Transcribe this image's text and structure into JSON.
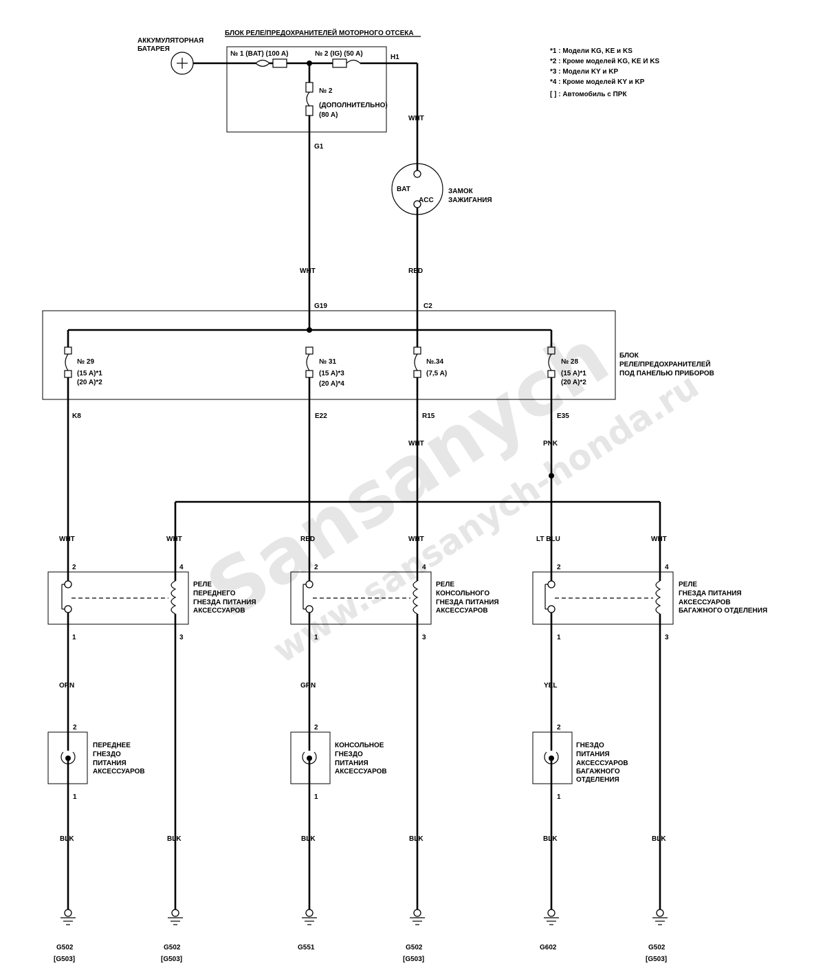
{
  "notes": [
    "*1 : Модели KG, KE и KS",
    "*2 : Кроме моделей KG, KE И KS",
    "*3 : Модели KY и KP",
    "*4 : Кроме моделей KY и KP",
    "[ ] : Автомобиль с ПРК"
  ],
  "battery": {
    "label_line1": "АККУМУЛЯТОРНАЯ",
    "label_line2": "БАТАРЕЯ"
  },
  "engine_box": {
    "title": "БЛОК РЕЛЕ/ПРЕДОХРАНИТЕЛЕЙ МОТОРНОГО ОТСЕКА",
    "fuse1": "№ 1 (BAT) (100 A)",
    "fuse2": "№ 2 (IG) (50 A)",
    "fuse_extra_line1": "№ 2",
    "fuse_extra_line2": "(ДОПОЛНИТЕЛЬНО)",
    "fuse_extra_line3": "(80 A)",
    "conn_h1": "H1",
    "conn_g1": "G1"
  },
  "ignition": {
    "label_line1": "ЗАМОК",
    "label_line2": "ЗАЖИГАНИЯ",
    "bat": "BAT",
    "acc": "ACC"
  },
  "wires_top": {
    "wht_ign": "WHT",
    "wht_g": "WHT",
    "red_c": "RED"
  },
  "dash_box": {
    "label_line1": "БЛОК",
    "label_line2": "РЕЛЕ/ПРЕДОХРАНИТЕЛЕЙ",
    "label_line3": "ПОД ПАНЕЛЬЮ ПРИБОРОВ",
    "conn_g19": "G19",
    "conn_c2": "C2",
    "f29_name": "№ 29",
    "f29_a": "(15 A)*1",
    "f29_b": "(20 A)*2",
    "f31_name": "№ 31",
    "f31_a": "(15 A)*3",
    "f31_b": "(20 A)*4",
    "f34_name": "№.34",
    "f34_a": "(7,5 A)",
    "f28_name": "№ 28",
    "f28_a": "(15 A)*1",
    "f28_b": "(20 A)*2",
    "conn_k8": "K8",
    "conn_e22": "E22",
    "conn_r15": "R15",
    "conn_e35": "E35"
  },
  "wires_mid": {
    "wht_r15": "WHT",
    "pnk_e35": "PNK"
  },
  "relay_wires": [
    "WHT",
    "WHT",
    "RED",
    "WHT",
    "LT BLU",
    "WHT"
  ],
  "relays": [
    {
      "line1": "РЕЛЕ",
      "line2": "ПЕРЕДНЕГО",
      "line3": "ГНЕЗДА ПИТАНИЯ",
      "line4": "АКСЕССУАРОВ"
    },
    {
      "line1": "РЕЛЕ",
      "line2": "КОНСОЛЬНОГО",
      "line3": "ГНЕЗДА ПИТАНИЯ",
      "line4": "АКСЕССУАРОВ"
    },
    {
      "line1": "РЕЛЕ",
      "line2": "ГНЕЗДА ПИТАНИЯ",
      "line3": "АКСЕССУАРОВ",
      "line4": "БАГАЖНОГО ОТДЕЛЕНИЯ"
    }
  ],
  "relay_pins": {
    "p1": "1",
    "p2": "2",
    "p3": "3",
    "p4": "4"
  },
  "socket_wires": [
    "ORN",
    "GRN",
    "YEL"
  ],
  "sockets": [
    {
      "line1": "ПЕРЕДНЕЕ",
      "line2": "ГНЕЗДО",
      "line3": "ПИТАНИЯ",
      "line4": "АКСЕССУАРОВ",
      "line5": ""
    },
    {
      "line1": "КОНСОЛЬНОЕ",
      "line2": "ГНЕЗДО",
      "line3": "ПИТАНИЯ",
      "line4": "АКСЕССУАРОВ",
      "line5": ""
    },
    {
      "line1": "ГНЕЗДО",
      "line2": "ПИТАНИЯ",
      "line3": "АКСЕССУАРОВ",
      "line4": "БАГАЖНОГО",
      "line5": "ОТДЕЛЕНИЯ"
    }
  ],
  "socket_pins": {
    "p1": "1",
    "p2": "2"
  },
  "ground_wire": "BLK",
  "grounds": [
    {
      "name": "G502",
      "alt": "[G503]"
    },
    {
      "name": "G502",
      "alt": "[G503]"
    },
    {
      "name": "G551",
      "alt": ""
    },
    {
      "name": "G502",
      "alt": "[G503]"
    },
    {
      "name": "G602",
      "alt": ""
    },
    {
      "name": "G502",
      "alt": "[G503]"
    }
  ],
  "watermark": {
    "line1": "Sansanych",
    "line2": "www.sansanych-honda.ru"
  }
}
